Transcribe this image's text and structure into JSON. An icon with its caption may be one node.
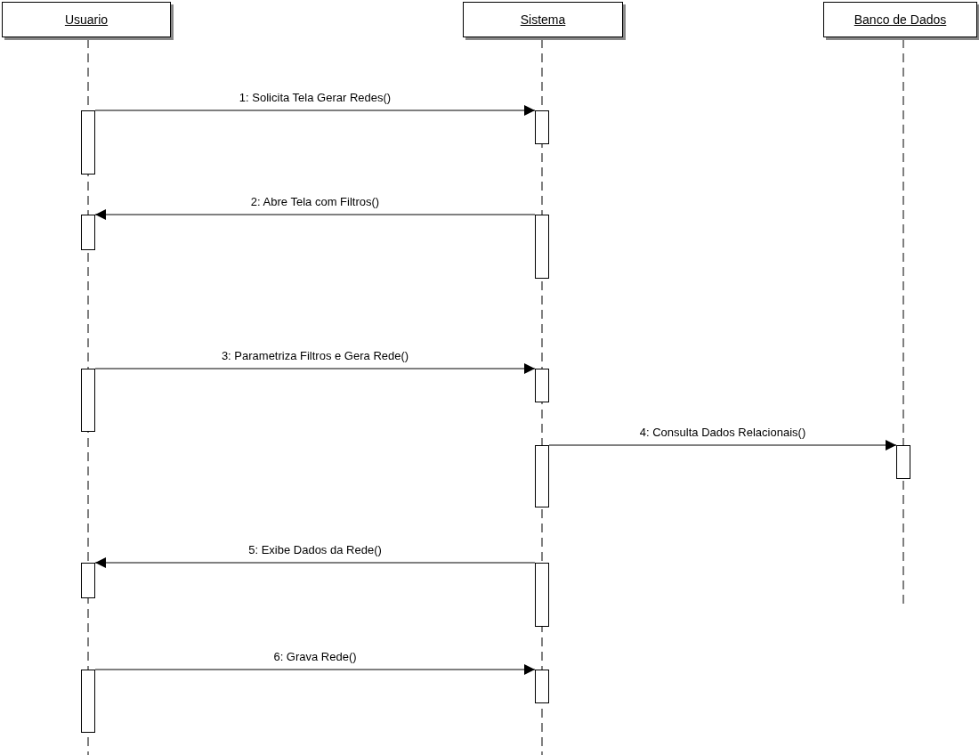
{
  "diagram": {
    "nodes": [
      {
        "text": [
          "Usuario"
        ]
      },
      {
        "text": [
          "Sistema"
        ]
      },
      {
        "text": [
          "Banco de Dados"
        ]
      },
      {
        "text": [],
        "shape": "bar"
      },
      {
        "text": [],
        "shape": "bar"
      },
      {
        "text": [],
        "shape": "bar"
      },
      {
        "text": [],
        "shape": "bar"
      },
      {
        "text": [],
        "shape": "bar"
      },
      {
        "text": [],
        "shape": "bar"
      },
      {
        "text": [],
        "shape": "bar"
      },
      {
        "text": [],
        "shape": "bar"
      },
      {
        "text": [],
        "shape": "bar"
      },
      {
        "text": [],
        "shape": "bar"
      },
      {
        "text": [],
        "shape": "bar"
      },
      {
        "text": [],
        "shape": "bar"
      }
    ],
    "edges": [
      {
        "from": 3,
        "to": 4,
        "arrow": "to",
        "label": "1: Solicita Tela Gerar Redes()"
      },
      {
        "from": 6,
        "to": 5,
        "arrow": "to",
        "label": "2: Abre Tela com Filtros()"
      },
      {
        "from": 7,
        "to": 8,
        "arrow": "to",
        "label": "3: Parametriza Filtros e Gera Rede()"
      },
      {
        "from": 9,
        "to": 10,
        "arrow": "to",
        "label": "4: Consulta Dados Relacionais()"
      },
      {
        "from": 12,
        "to": 11,
        "arrow": "to",
        "label": "5: Exibe Dados da Rede()"
      },
      {
        "from": 13,
        "to": 14,
        "arrow": "to",
        "label": "6: Grava Rede()"
      }
    ]
  }
}
